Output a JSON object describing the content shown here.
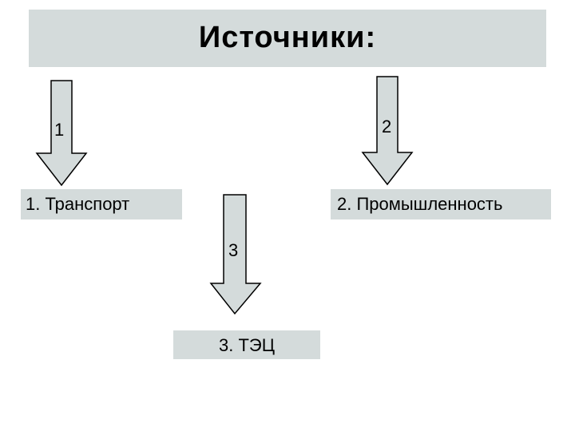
{
  "title": "Источники:",
  "arrows": [
    {
      "label": "1"
    },
    {
      "label": "2"
    },
    {
      "label": "3"
    }
  ],
  "nodes": [
    {
      "label": "1. Транспорт"
    },
    {
      "label": "2. Промышленность"
    },
    {
      "label": "3. ТЭЦ"
    }
  ],
  "colors": {
    "box_fill": "#d4dbdb",
    "arrow_fill": "#d4dbdb",
    "arrow_stroke": "#000000"
  }
}
